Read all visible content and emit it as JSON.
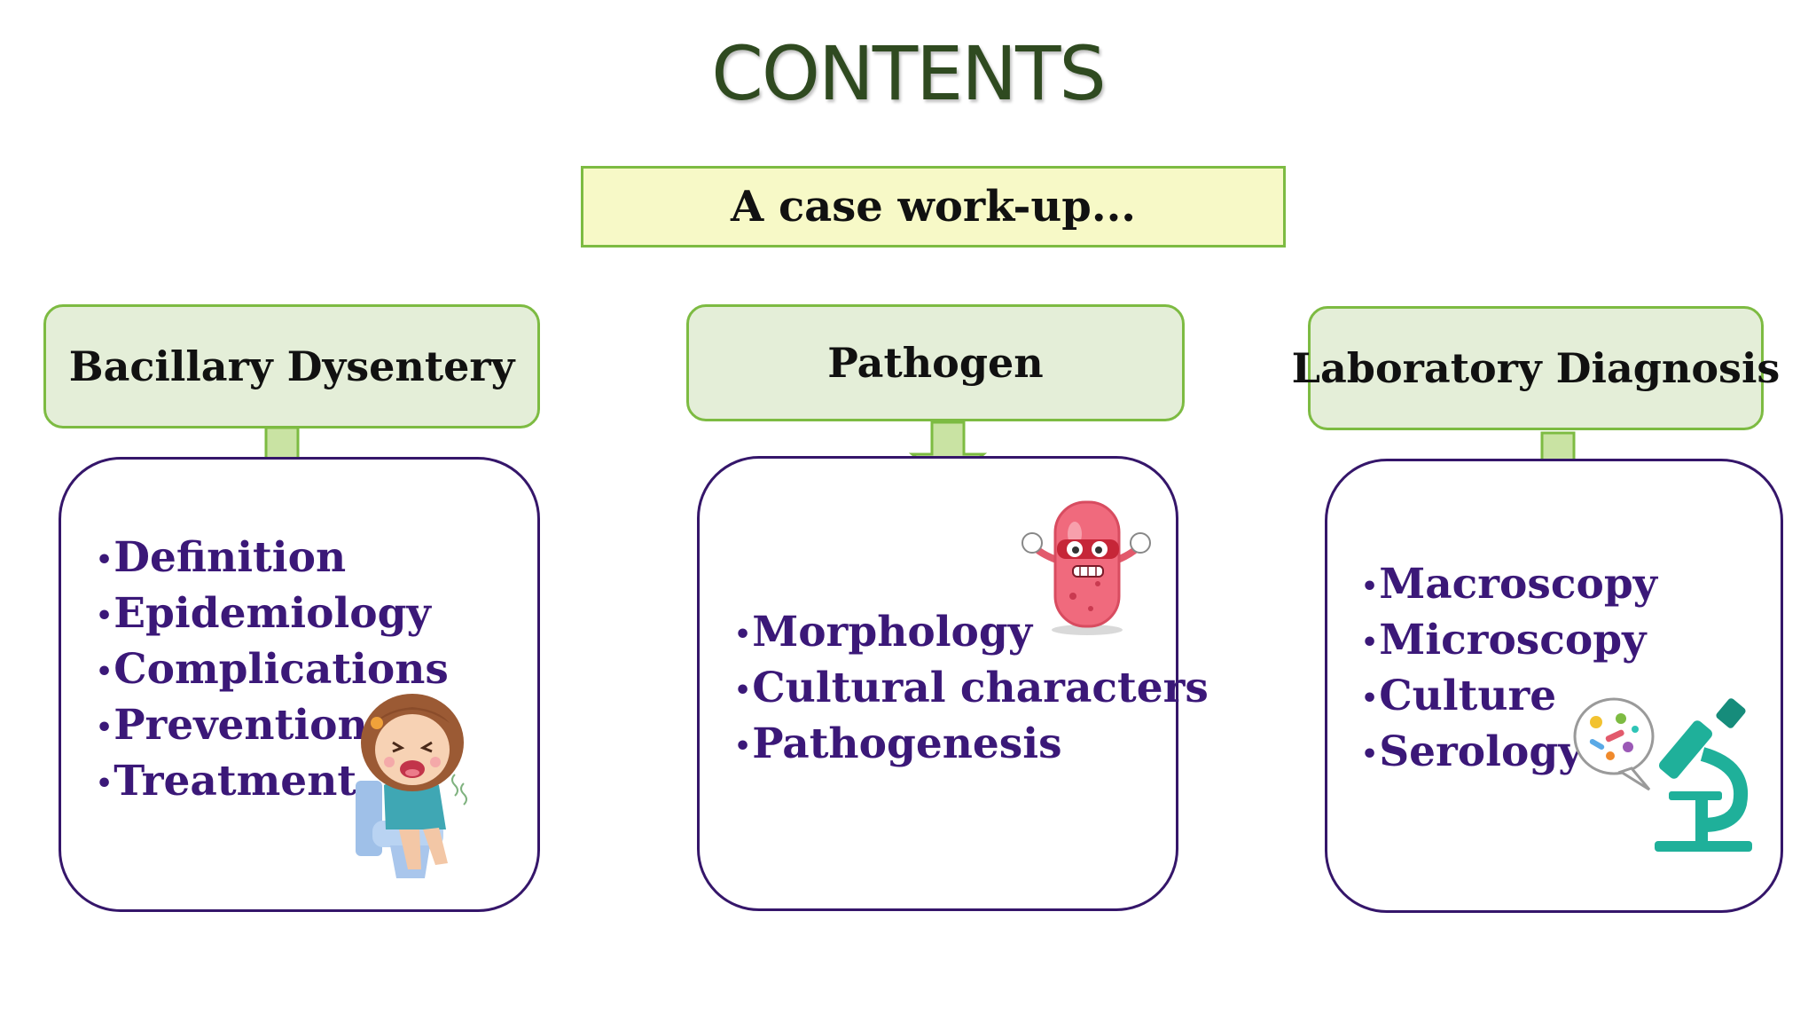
{
  "title": "CONTENTS",
  "case_label": "A case work-up...",
  "columns": [
    {
      "header": "Bacillary Dysentery",
      "items": [
        "Definition",
        "Epidemiology",
        "Complications",
        "Prevention",
        "Treatment"
      ],
      "illustration": "child-on-toilet-icon"
    },
    {
      "header": "Pathogen",
      "items": [
        "Morphology",
        "Cultural characters",
        "Pathogenesis"
      ],
      "illustration": "bacterium-character-icon"
    },
    {
      "header": "Laboratory Diagnosis",
      "items": [
        "Macroscopy",
        "Microscopy",
        "Culture",
        "Serology"
      ],
      "illustration": "microscope-icon"
    }
  ],
  "colors": {
    "title": "#2f4a20",
    "green_border": "#7dbb42",
    "header_fill": "#e4eed8",
    "case_fill": "#f7f9c7",
    "content_border": "#35166a",
    "item_text": "#3b1878",
    "arrow_fill": "#c9e3a3"
  }
}
